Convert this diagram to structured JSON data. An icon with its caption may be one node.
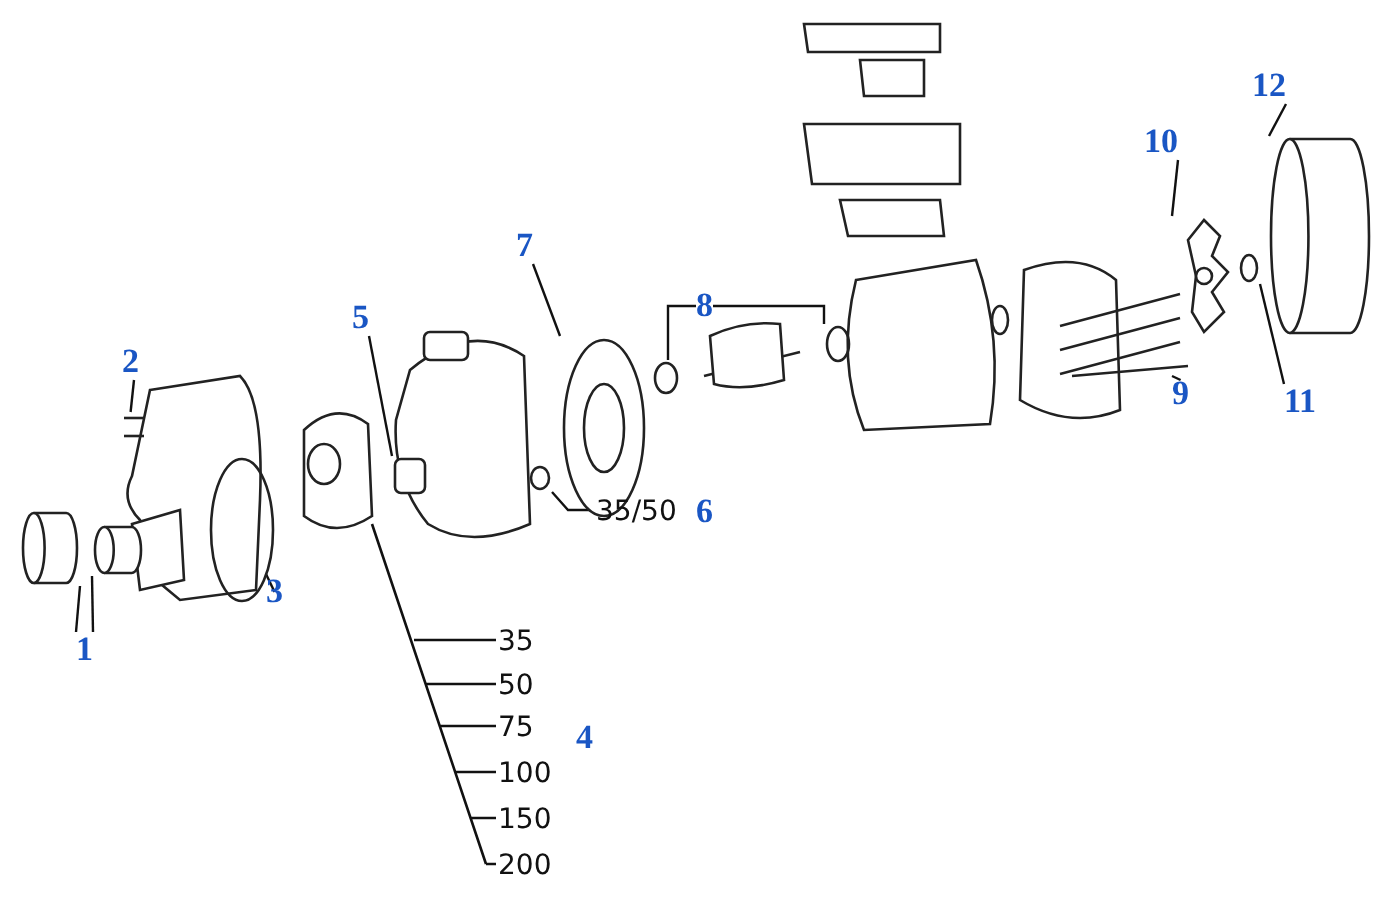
{
  "diagram": {
    "nodes": [
      {
        "text": [
          "1"
        ]
      },
      {
        "text": [],
        "shape": "cylinder"
      },
      {
        "text": [],
        "shape": "cylinder"
      },
      {
        "text": [
          "2"
        ]
      },
      {
        "text": [],
        "shape": "picture"
      },
      {
        "text": [
          "3"
        ]
      },
      {
        "text": [],
        "shape": "circle"
      },
      {
        "text": [
          "5"
        ]
      },
      {
        "text": [],
        "shape": "box"
      },
      {
        "text": [
          "7"
        ]
      },
      {
        "text": [],
        "shape": "picture"
      },
      {
        "text": [
          "35/50",
          "6"
        ]
      },
      {
        "text": [],
        "shape": "circle"
      },
      {
        "text": [
          "8"
        ]
      },
      {
        "text": [],
        "shape": "circle"
      },
      {
        "text": [],
        "shape": "circle"
      },
      {
        "text": [
          "9"
        ]
      },
      {
        "text": [],
        "shape": "picture"
      },
      {
        "text": [
          "10"
        ]
      },
      {
        "text": [],
        "shape": "picture"
      },
      {
        "text": [
          "11"
        ]
      },
      {
        "text": [],
        "shape": "circle"
      },
      {
        "text": [
          "12"
        ]
      },
      {
        "text": [],
        "shape": "cylinder"
      }
    ],
    "edges": [
      {
        "from": 0,
        "to": 1,
        "arrow": "none"
      },
      {
        "from": 0,
        "to": 2,
        "arrow": "none"
      },
      {
        "from": 3,
        "to": 4,
        "arrow": "none"
      },
      {
        "from": 5,
        "to": 6,
        "arrow": "none"
      },
      {
        "from": 7,
        "to": 8,
        "arrow": "none"
      },
      {
        "from": 9,
        "to": 10,
        "arrow": "none"
      },
      {
        "from": 11,
        "to": 12,
        "arrow": "none"
      },
      {
        "from": 13,
        "to": 14,
        "arrow": "none"
      },
      {
        "from": 13,
        "to": 15,
        "arrow": "none"
      },
      {
        "from": 16,
        "to": 17,
        "arrow": "none"
      },
      {
        "from": 18,
        "to": 19,
        "arrow": "none"
      },
      {
        "from": 20,
        "to": 21,
        "arrow": "none"
      },
      {
        "from": 22,
        "to": 23,
        "arrow": "none"
      }
    ],
    "labels": [
      "35",
      "50",
      "75",
      "4",
      "100",
      "150",
      "200"
    ]
  }
}
